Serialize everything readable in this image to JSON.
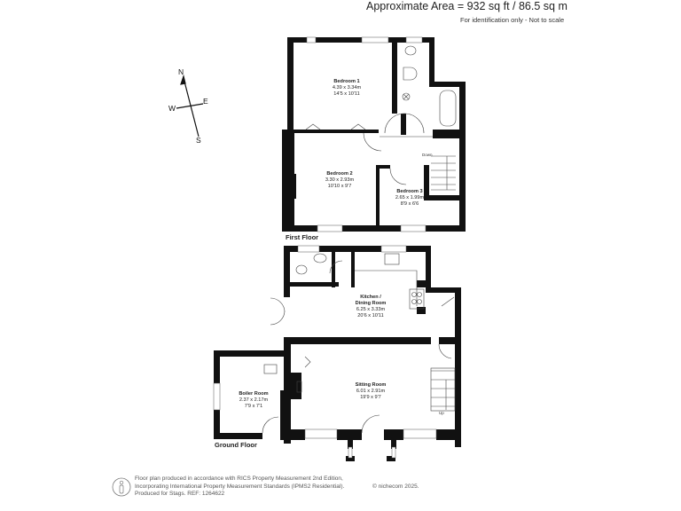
{
  "header": {
    "title": "Approximate Area = 932 sq ft / 86.5 sq m",
    "subtitle": "For identification only - Not to scale"
  },
  "compass": {
    "n": "N",
    "e": "E",
    "s": "S",
    "w": "W"
  },
  "floors": {
    "first": {
      "label": "First Floor",
      "rooms": [
        {
          "name": "Bedroom 1",
          "metric": "4.39 x 3.34m",
          "imperial": "14'5 x 10'11"
        },
        {
          "name": "Bedroom 2",
          "metric": "3.30 x 2.93m",
          "imperial": "10'10 x 9'7"
        },
        {
          "name": "Bedroom 3",
          "metric": "2.65 x 1.99m",
          "imperial": "8'9 x 6'6"
        }
      ],
      "stairs_label": "Down"
    },
    "ground": {
      "label": "Ground Floor",
      "rooms": [
        {
          "name": "Kitchen /",
          "name2": "Dining Room",
          "metric": "6.25 x 3.33m",
          "imperial": "20'6 x 10'11"
        },
        {
          "name": "Sitting Room",
          "metric": "6.01 x 2.91m",
          "imperial": "19'9 x 9'7"
        },
        {
          "name": "Boiler Room",
          "metric": "2.37 x 2.17m",
          "imperial": "7'9 x 7'1"
        }
      ],
      "stairs_label": "Up"
    }
  },
  "footer": {
    "line1": "Floor plan produced in accordance with RICS Property Measurement 2nd Edition,",
    "line2": "Incorporating International Property Measurement Standards (IPMS2 Residential).",
    "line3": "Produced for Stags.   REF: 1264622",
    "copyright": "© nichecom 2025."
  },
  "colors": {
    "wall": "#111111",
    "fixture": "#444444",
    "text": "#222222"
  }
}
